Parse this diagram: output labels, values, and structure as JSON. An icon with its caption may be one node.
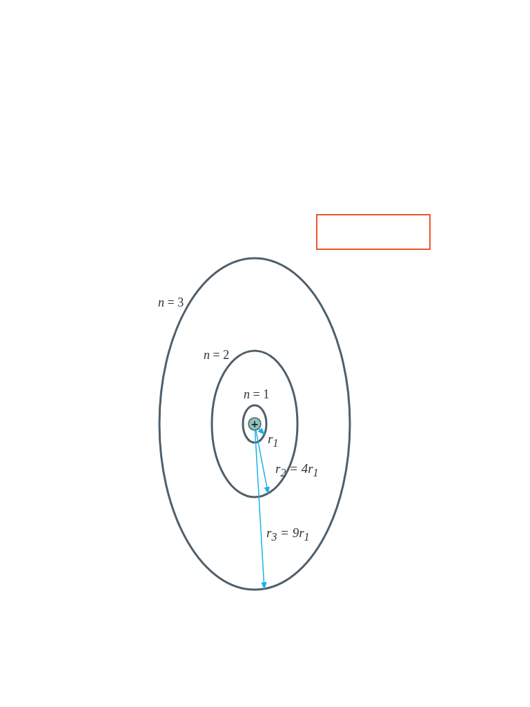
{
  "diagram": {
    "nodes": [
      {
        "text": [],
        "shape": "box"
      },
      {
        "text": [
          "*n* = 3"
        ]
      },
      {
        "text": [
          "*n* = 2"
        ],
        "in": 1
      },
      {
        "text": [
          "*n* = 1"
        ],
        "in": 2
      },
      {
        "text": [
          "+"
        ],
        "in": 3
      }
    ],
    "edges": [
      {
        "from": 4,
        "to": 3,
        "arrow": "to",
        "label": "r$_{1}$"
      },
      {
        "from": 4,
        "to": 2,
        "arrow": "to",
        "label": "r$_{2}$ = 4r$_{1}$"
      },
      {
        "from": 4,
        "to": 1,
        "arrow": "to",
        "label": "r$_{3}$ = 9r$_{1}$"
      }
    ]
  }
}
